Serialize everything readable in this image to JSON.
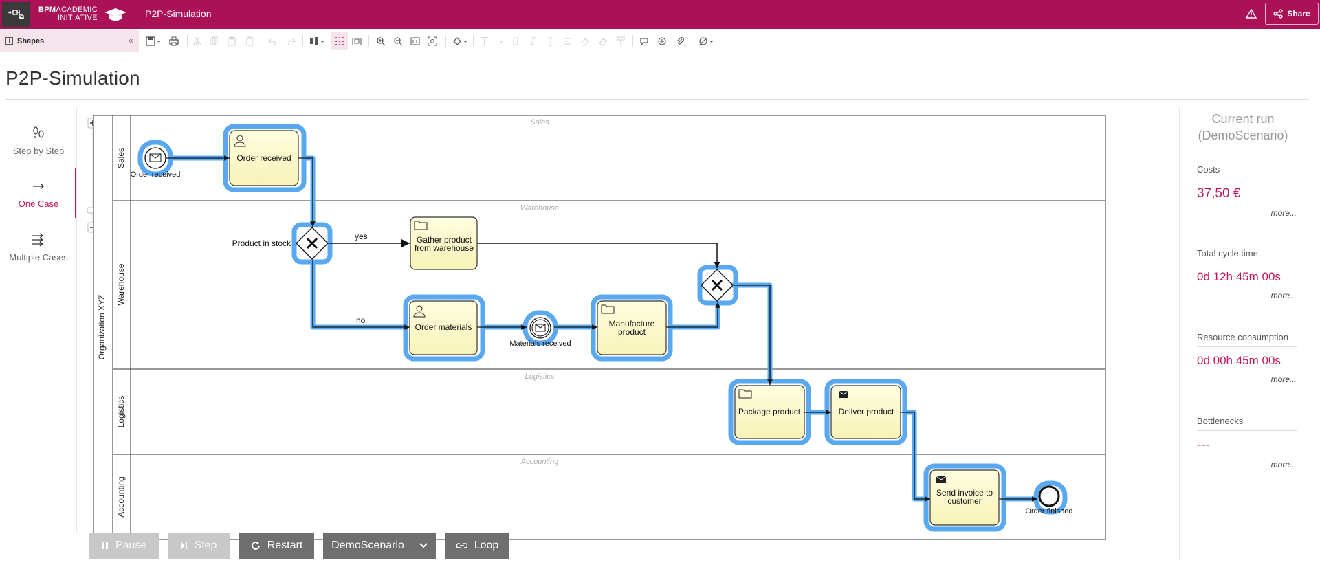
{
  "header": {
    "logo_bold": "BPM",
    "logo_line1": "ACADEMIC",
    "logo_line2": "INITIATIVE",
    "title": "P2P-Simulation",
    "share_label": "Share"
  },
  "toolbar": {
    "shapes_label": "Shapes"
  },
  "page": {
    "title": "P2P-Simulation"
  },
  "modes": [
    {
      "label": "Step by Step",
      "icon": "footsteps-icon"
    },
    {
      "label": "One Case",
      "icon": "arrow-right-icon"
    },
    {
      "label": "Multiple Cases",
      "icon": "multiple-arrows-icon"
    }
  ],
  "diagram": {
    "pool": "Organization XYZ",
    "lanes": [
      {
        "name": "Sales",
        "watermark": "Sales"
      },
      {
        "name": "Warehouse",
        "watermark": "Warehouse"
      },
      {
        "name": "Logistics",
        "watermark": "Logistics"
      },
      {
        "name": "Accounting",
        "watermark": "Accounting"
      }
    ],
    "start_event_label": "Order received",
    "task_order_received": "Order received",
    "gateway1_label": "Product in stock",
    "flow_yes": "yes",
    "flow_no": "no",
    "task_gather_line1": "Gather product",
    "task_gather_line2": "from warehouse",
    "task_order_materials": "Order materials",
    "intermediate_event_label": "Materials received",
    "task_manufacture_line1": "Manufacture",
    "task_manufacture_line2": "product",
    "task_package": "Package product",
    "task_deliver": "Deliver product",
    "task_invoice_line1": "Send invoice to",
    "task_invoice_line2": "customer",
    "end_event_label": "Order finished",
    "highlight_color": "#5aa9f0",
    "task_fill": "#fdfbd0"
  },
  "current_run": {
    "title_line1": "Current run",
    "title_line2": "(DemoScenario)",
    "metrics": [
      {
        "label": "Costs",
        "value": "37,50 €",
        "more": "more..."
      },
      {
        "label": "Total cycle time",
        "value": "0d 12h 45m 00s",
        "more": "more..."
      },
      {
        "label": "Resource consumption",
        "value": "0d 00h 45m 00s",
        "more": "more..."
      },
      {
        "label": "Bottlenecks",
        "value": "---",
        "more": "more..."
      }
    ]
  },
  "controls": {
    "pause": "Pause",
    "step": "Step",
    "restart": "Restart",
    "scenario": "DemoScenario",
    "loop": "Loop"
  },
  "colors": {
    "brand": "#ab1157",
    "accent": "#c2185b"
  }
}
